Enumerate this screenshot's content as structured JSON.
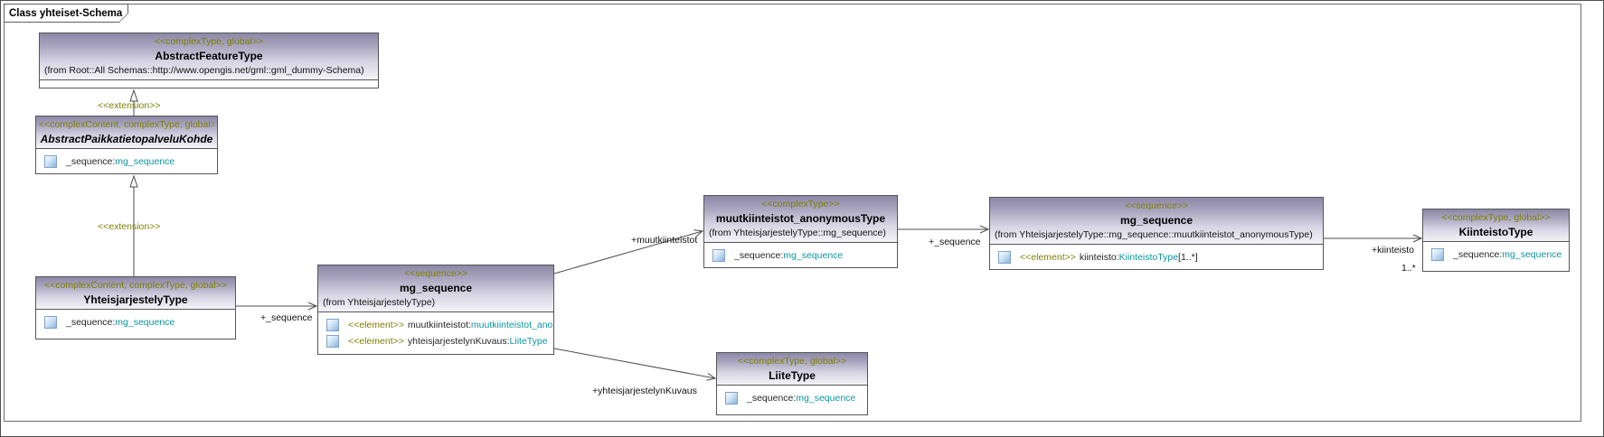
{
  "frame": {
    "title": "Class yhteiset-Schema"
  },
  "colors": {
    "stereotype_text": "#7f7f00",
    "type_link_text": "#0d95a0",
    "header_gradient_top": "#8c88a7",
    "connector_line": "#4d4d4d"
  },
  "nodes": {
    "abstract_feature_type": {
      "stereotype": "<<complexType, global>>",
      "name": "AbstractFeatureType",
      "from": "(from Root::All Schemas::http://www.opengis.net/gml::gml_dummy-Schema)"
    },
    "abstract_paikkatietopalvelu_kohde": {
      "stereotype": "<<complexContent, complexType, global>>",
      "name": "AbstractPaikkatietopalveluKohde",
      "attrs": [
        {
          "name": "_sequence:",
          "type": "mg_sequence"
        }
      ]
    },
    "yhteisjarjestely_type": {
      "stereotype": "<<complexContent, complexType, global>>",
      "name": "YhteisjarjestelyType",
      "attrs": [
        {
          "name": "_sequence:",
          "type": "mg_sequence"
        }
      ]
    },
    "mg_sequence_main": {
      "stereotype": "<<sequence>>",
      "name": "mg_sequence",
      "from": "(from YhteisjarjestelyType)",
      "attrs": [
        {
          "stereo": "<<element>>",
          "name": "muutkiinteistot:",
          "type": "muutkiinteistot_anonymousType"
        },
        {
          "stereo": "<<element>>",
          "name": "yhteisjarjestelynKuvaus:",
          "type": "LiiteType"
        }
      ]
    },
    "muutkiinteistot_anonymous": {
      "stereotype": "<<complexType>>",
      "name": "muutkiinteistot_anonymousType",
      "from": "(from YhteisjarjestelyType::mg_sequence)",
      "attrs": [
        {
          "name": "_sequence:",
          "type": "mg_sequence"
        }
      ]
    },
    "mg_sequence_inner": {
      "stereotype": "<<sequence>>",
      "name": "mg_sequence",
      "from": "(from YhteisjarjestelyType::mg_sequence::muutkiinteistot_anonymousType)",
      "attrs": [
        {
          "stereo": "<<element>>",
          "name": "kiinteisto:",
          "type": "KiinteistoType",
          "mult": "[1..*]"
        }
      ]
    },
    "kiinteisto_type": {
      "stereotype": "<<complexType, global>>",
      "name": "KiinteistoType",
      "attrs": [
        {
          "name": "_sequence:",
          "type": "mg_sequence"
        }
      ]
    },
    "liite_type": {
      "stereotype": "<<complexType, global>>",
      "name": "LiiteType",
      "attrs": [
        {
          "name": "_sequence:",
          "type": "mg_sequence"
        }
      ]
    }
  },
  "connectors": {
    "extension_top": {
      "label": "<<extension>>"
    },
    "extension_bottom": {
      "label": "<<extension>>"
    },
    "sequence_role_left": {
      "label": "+_sequence"
    },
    "muutkiinteistot_role": {
      "label": "+muutkiinteistot"
    },
    "sequence_role_right": {
      "label": "+_sequence"
    },
    "kiinteisto_role": {
      "label": "+kiinteisto"
    },
    "kiinteisto_mult": {
      "label": "1..*"
    },
    "kuvaus_role": {
      "label": "+yhteisjarjestelynKuvaus"
    }
  }
}
